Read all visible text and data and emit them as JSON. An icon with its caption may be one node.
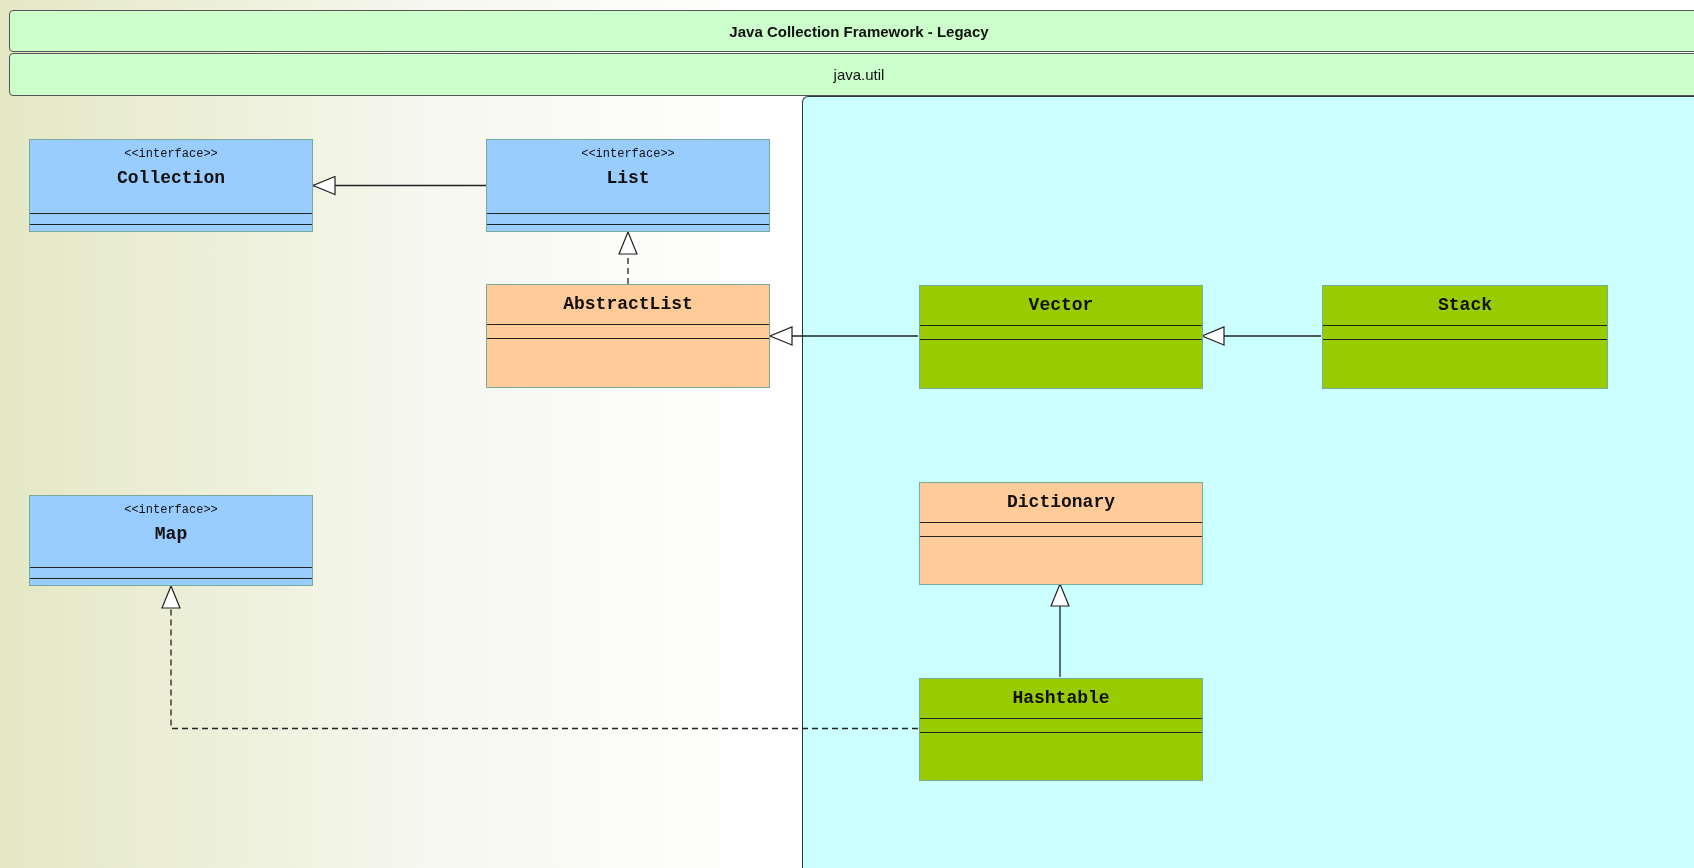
{
  "diagram": {
    "nodes": [
      {
        "text": [
          "Java Collection Framework - Legacy"
        ]
      },
      {
        "text": [
          "java.util"
        ]
      },
      {
        "text": [],
        "shape": "box"
      },
      {
        "text": [
          "<<interface>>",
          "Collection"
        ]
      },
      {
        "text": [
          "<<interface>>",
          "List"
        ]
      },
      {
        "text": [
          "AbstractList"
        ]
      },
      {
        "text": [
          "Vector"
        ],
        "in": 2
      },
      {
        "text": [
          "Stack"
        ],
        "in": 2
      },
      {
        "text": [
          "<<interface>>",
          "Map"
        ]
      },
      {
        "text": [
          "Dictionary"
        ],
        "in": 2
      },
      {
        "text": [
          "Hashtable"
        ],
        "in": 2
      }
    ],
    "edges": [
      {
        "from": 4,
        "to": 3,
        "arrow": "to"
      },
      {
        "from": 5,
        "to": 4,
        "arrow": "to",
        "style": "dashed"
      },
      {
        "from": 6,
        "to": 5,
        "arrow": "to"
      },
      {
        "from": 7,
        "to": 6,
        "arrow": "to"
      },
      {
        "from": 10,
        "to": 9,
        "arrow": "to"
      },
      {
        "from": 10,
        "to": 8,
        "arrow": "to",
        "style": "dashed"
      }
    ]
  }
}
